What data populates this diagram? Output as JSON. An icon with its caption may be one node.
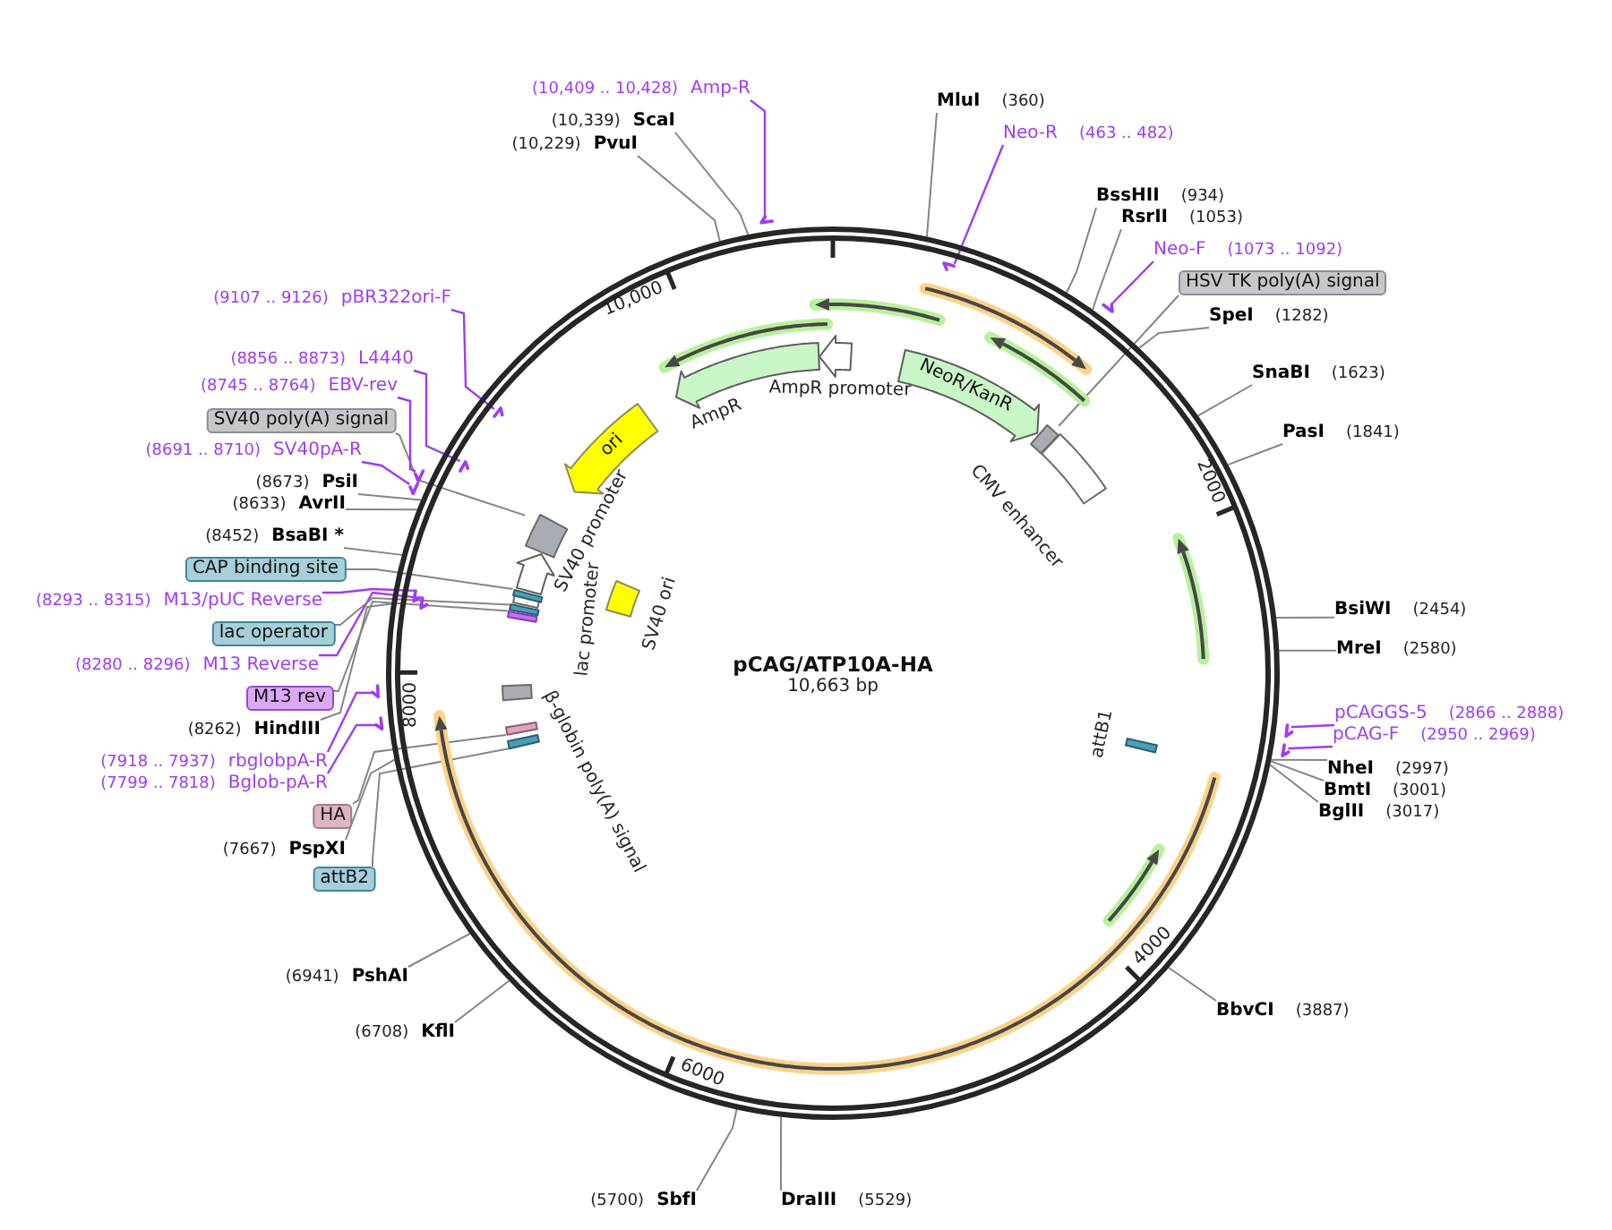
{
  "diagram": {
    "nodes": [
      {
        "text": [
          "pCAG/ATP10A-HA",
          "10,663 bp"
        ]
      },
      {
        "text": [
          "AmpR promoter"
        ],
        "in": 0
      },
      {
        "text": [
          "NeoR/KanR"
        ],
        "in": 0
      },
      {
        "text": [],
        "shape": "box",
        "in": 0
      },
      {
        "text": [
          "CMV enhancer"
        ],
        "in": 0
      },
      {
        "text": [
          "attB1"
        ],
        "in": 0
      },
      {
        "text": [],
        "shape": "bar",
        "in": 0
      },
      {
        "text": [],
        "shape": "bar",
        "in": 0
      },
      {
        "text": [
          "β-globin poly(A) signal"
        ],
        "in": 0
      },
      {
        "text": [],
        "shape": "bar",
        "in": 0
      },
      {
        "text": [],
        "shape": "bar",
        "in": 0
      },
      {
        "text": [
          "lac promoter"
        ],
        "in": 0
      },
      {
        "text": [],
        "shape": "bar",
        "in": 0
      },
      {
        "text": [
          "SV40 promoter"
        ],
        "in": 0
      },
      {
        "text": [
          "SV40 ori"
        ],
        "in": 0
      },
      {
        "text": [],
        "shape": "box",
        "in": 0
      },
      {
        "text": [
          "ori"
        ],
        "in": 0
      },
      {
        "text": [
          "AmpR"
        ],
        "in": 0
      },
      {
        "text": [
          "MluI",
          "(360)"
        ]
      },
      {
        "text": [
          "Neo-R",
          "(463 .. 482)"
        ]
      },
      {
        "text": [],
        "shape": "arrow",
        "in": 0
      },
      {
        "text": [
          "BssHII",
          "(934)"
        ]
      },
      {
        "text": [
          "RsrII",
          "(1053)"
        ]
      },
      {
        "text": [
          "Neo-F",
          "(1073 .. 1092)"
        ]
      },
      {
        "text": [],
        "shape": "arrow"
      },
      {
        "text": [
          "HSV TK poly(A) signal"
        ]
      },
      {
        "text": [
          "SpeI",
          "(1282)"
        ]
      },
      {
        "text": [
          "SnaBI",
          "(1623)"
        ]
      },
      {
        "text": [
          "PasI",
          "(1841)"
        ]
      },
      {
        "text": [
          "BsiWI",
          "(2454)"
        ]
      },
      {
        "text": [
          "MreI",
          "(2580)"
        ]
      },
      {
        "text": [
          "pCAGGS-5",
          "(2866 .. 2888)"
        ]
      },
      {
        "text": [],
        "shape": "arrow"
      },
      {
        "text": [
          "pCAG-F",
          "(2950 .. 2969)"
        ]
      },
      {
        "text": [],
        "shape": "arrow"
      },
      {
        "text": [
          "NheI",
          "(2997)"
        ]
      },
      {
        "text": [
          "BmtI",
          "(3001)"
        ]
      },
      {
        "text": [
          "BglII",
          "(3017)"
        ]
      },
      {
        "text": [
          "BbvCI",
          "(3887)"
        ]
      },
      {
        "text": [
          "DraIII",
          "(5529)"
        ]
      },
      {
        "text": [
          "(5700)",
          "SbfI"
        ]
      },
      {
        "text": [
          "(6708)",
          "KflI"
        ]
      },
      {
        "text": [
          "(6941)",
          "PshAI"
        ]
      },
      {
        "text": [
          "attB2"
        ]
      },
      {
        "text": [
          "(7667)",
          "PspXI"
        ]
      },
      {
        "text": [
          "HA"
        ]
      },
      {
        "text": [
          "(7799 .. 7818)",
          "Bglob-pA-R"
        ]
      },
      {
        "text": [],
        "shape": "arrow"
      },
      {
        "text": [
          "(7918 .. 7937)",
          "rbglobpA-R"
        ]
      },
      {
        "text": [],
        "shape": "arrow"
      },
      {
        "text": [
          "(8262)",
          "HindIII"
        ]
      },
      {
        "text": [
          "M13 rev"
        ]
      },
      {
        "text": [
          "(8280 .. 8296)",
          "M13 Reverse"
        ]
      },
      {
        "text": [],
        "shape": "arrow",
        "in": 0
      },
      {
        "text": [
          "lac operator"
        ]
      },
      {
        "text": [
          "(8293 .. 8315)",
          "M13/pUC Reverse"
        ]
      },
      {
        "text": [],
        "shape": "arrow",
        "in": 0
      },
      {
        "text": [
          "CAP binding site"
        ]
      },
      {
        "text": [
          "(8452)",
          "BsaBI *"
        ]
      },
      {
        "text": [
          "(8633)",
          "AvrII"
        ]
      },
      {
        "text": [
          "(8673)",
          "PsiI"
        ]
      },
      {
        "text": [
          "(8691 .. 8710)",
          "SV40pA-R"
        ]
      },
      {
        "text": [],
        "shape": "arrow"
      },
      {
        "text": [
          "SV40 poly(A) signal"
        ]
      },
      {
        "text": [
          "(8745 .. 8764)",
          "EBV-rev"
        ]
      },
      {
        "text": [],
        "shape": "arrow"
      },
      {
        "text": [
          "(8856 .. 8873)",
          "L4440"
        ]
      },
      {
        "text": [],
        "shape": "arrow",
        "in": 0
      },
      {
        "text": [
          "(9107 .. 9126)",
          "pBR322ori-F"
        ]
      },
      {
        "text": [],
        "shape": "arrow",
        "in": 0
      },
      {
        "text": [
          "(10,229)",
          "PvuI"
        ]
      },
      {
        "text": [
          "(10,339)",
          "ScaI"
        ]
      },
      {
        "text": [
          "(10,409 .. 10,428)",
          "Amp-R"
        ]
      },
      {
        "text": [],
        "shape": "arrow"
      }
    ],
    "edges": [
      {
        "from": 18,
        "to": 0,
        "arrow": "none"
      },
      {
        "from": 19,
        "to": 20,
        "arrow": "none",
        "color": "#a03cf0"
      },
      {
        "from": 21,
        "to": 0,
        "arrow": "none"
      },
      {
        "from": 22,
        "to": 0,
        "arrow": "none"
      },
      {
        "from": 23,
        "to": 24,
        "arrow": "none",
        "color": "#a03cf0"
      },
      {
        "from": 25,
        "to": 3,
        "arrow": "none"
      },
      {
        "from": 26,
        "to": 0,
        "arrow": "none"
      },
      {
        "from": 27,
        "to": 0,
        "arrow": "none"
      },
      {
        "from": 28,
        "to": 0,
        "arrow": "none"
      },
      {
        "from": 29,
        "to": 0,
        "arrow": "none"
      },
      {
        "from": 30,
        "to": 0,
        "arrow": "none"
      },
      {
        "from": 31,
        "to": 32,
        "arrow": "none",
        "color": "#a03cf0"
      },
      {
        "from": 33,
        "to": 34,
        "arrow": "none",
        "color": "#a03cf0"
      },
      {
        "from": 35,
        "to": 0,
        "arrow": "none"
      },
      {
        "from": 36,
        "to": 0,
        "arrow": "none"
      },
      {
        "from": 37,
        "to": 0,
        "arrow": "none"
      },
      {
        "from": 38,
        "to": 0,
        "arrow": "none"
      },
      {
        "from": 39,
        "to": 0,
        "arrow": "none"
      },
      {
        "from": 40,
        "to": 0,
        "arrow": "none"
      },
      {
        "from": 41,
        "to": 0,
        "arrow": "none"
      },
      {
        "from": 42,
        "to": 0,
        "arrow": "none"
      },
      {
        "from": 43,
        "to": 6,
        "arrow": "none"
      },
      {
        "from": 44,
        "to": 0,
        "arrow": "none"
      },
      {
        "from": 45,
        "to": 7,
        "arrow": "none"
      },
      {
        "from": 46,
        "to": 47,
        "arrow": "none",
        "color": "#a03cf0"
      },
      {
        "from": 48,
        "to": 49,
        "arrow": "none",
        "color": "#a03cf0"
      },
      {
        "from": 50,
        "to": 0,
        "arrow": "none"
      },
      {
        "from": 51,
        "to": 9,
        "arrow": "none"
      },
      {
        "from": 52,
        "to": 53,
        "arrow": "none",
        "color": "#a03cf0"
      },
      {
        "from": 54,
        "to": 10,
        "arrow": "none"
      },
      {
        "from": 55,
        "to": 56,
        "arrow": "none",
        "color": "#a03cf0"
      },
      {
        "from": 57,
        "to": 12,
        "arrow": "none"
      },
      {
        "from": 58,
        "to": 0,
        "arrow": "none"
      },
      {
        "from": 59,
        "to": 0,
        "arrow": "none"
      },
      {
        "from": 60,
        "to": 0,
        "arrow": "none"
      },
      {
        "from": 61,
        "to": 62,
        "arrow": "none",
        "color": "#a03cf0"
      },
      {
        "from": 63,
        "to": 15,
        "arrow": "none"
      },
      {
        "from": 64,
        "to": 65,
        "arrow": "none",
        "color": "#a03cf0"
      },
      {
        "from": 66,
        "to": 67,
        "arrow": "none",
        "color": "#a03cf0"
      },
      {
        "from": 68,
        "to": 69,
        "arrow": "none",
        "color": "#a03cf0"
      },
      {
        "from": 70,
        "to": 0,
        "arrow": "none"
      },
      {
        "from": 71,
        "to": 0,
        "arrow": "none"
      },
      {
        "from": 72,
        "to": 73,
        "arrow": "none",
        "color": "#a03cf0"
      }
    ],
    "labels": [
      "2000",
      "4000",
      "6000",
      "8000",
      "10,000"
    ]
  }
}
